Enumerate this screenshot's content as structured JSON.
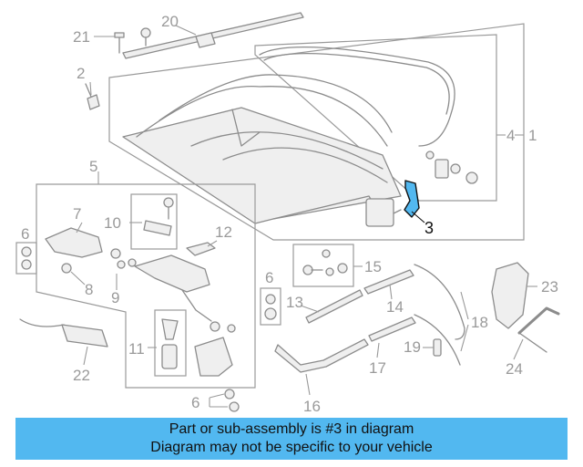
{
  "callouts": {
    "c1": "1",
    "c2": "2",
    "c3": "3",
    "c4": "4",
    "c5": "5",
    "c6a": "6",
    "c6b": "6",
    "c6c": "6",
    "c7": "7",
    "c8": "8",
    "c9": "9",
    "c10": "10",
    "c11": "11",
    "c12": "12",
    "c13": "13",
    "c14": "14",
    "c15": "15",
    "c16": "16",
    "c17": "17",
    "c18": "18",
    "c19": "19",
    "c20": "20",
    "c21": "21",
    "c22": "22",
    "c23": "23",
    "c24": "24"
  },
  "highlighted_part": "3",
  "colors": {
    "highlight": "#52b8f0",
    "line": "#8c8c8c",
    "banner": "#52b8f0"
  },
  "banner": {
    "line1": "Part or sub-assembly is #3 in diagram",
    "line2": "Diagram may not be specific to your vehicle"
  }
}
